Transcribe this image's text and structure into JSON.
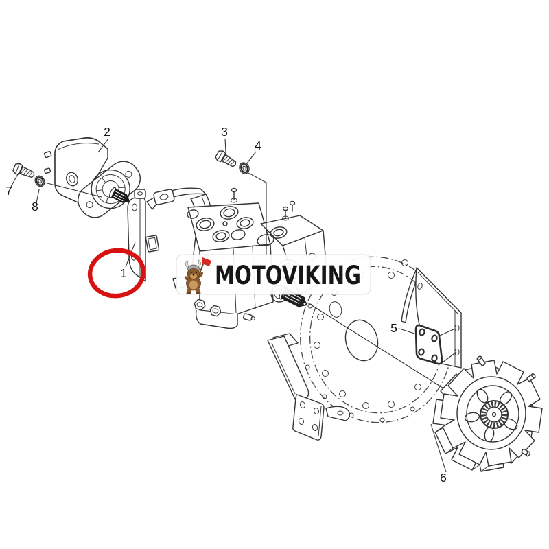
{
  "artwork": {
    "type": "exploded-parts-diagram",
    "background": "#ffffff",
    "line_color": "#333333",
    "phantom_line_color": "#474747"
  },
  "watermark": {
    "text": "MOTOVIKING",
    "logo_icon": "viking-mascot-logo",
    "band_color": "#ffffff",
    "text_color": "#161616",
    "logo_colors": {
      "fur": "#8a5a2e",
      "fur_light": "#c99a5f",
      "helmet": "#a9a9ad",
      "axe_red": "#d22b20"
    }
  },
  "highlight": {
    "shape": "ellipse",
    "color": "#d81111",
    "encircles_callout": "1"
  },
  "callouts": {
    "p1": "1",
    "p2": "2",
    "p3": "3",
    "p4": "4",
    "p5": "5",
    "p6": "6",
    "p7": "7",
    "p8": "8"
  }
}
